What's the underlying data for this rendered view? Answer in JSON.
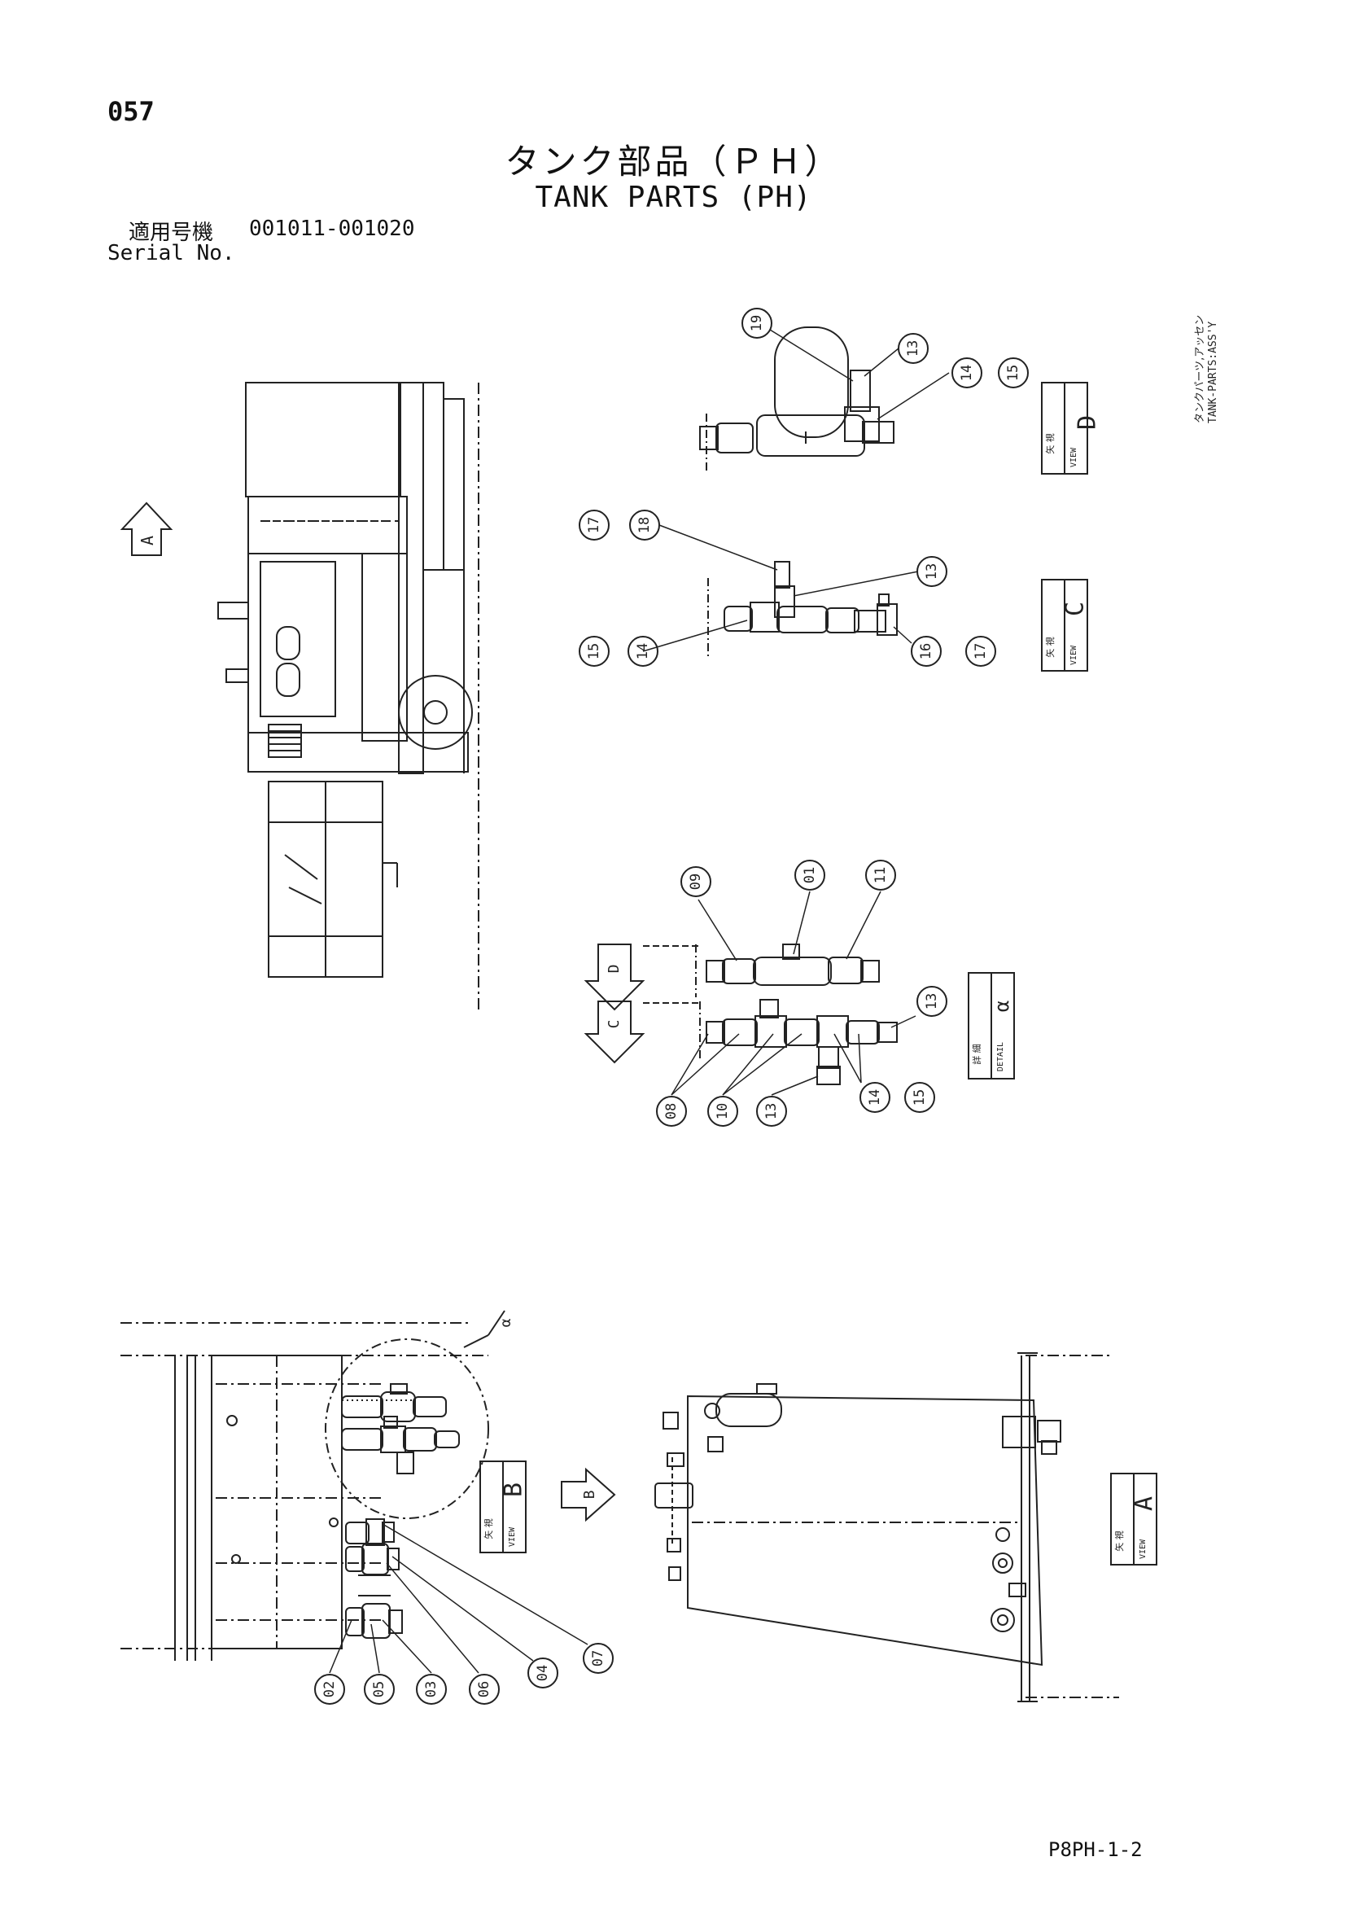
{
  "header": {
    "page_number": "057",
    "title_jp": "タンク部品（ＰＨ）",
    "title_en": "TANK PARTS (PH)",
    "serial_label_jp": "適用号機",
    "serial_range": "001011-001020",
    "serial_label_en": "Serial No."
  },
  "side_note": {
    "line1": "タンクパーツ,アッセン",
    "line2": "TANK-PARTS:ASS'Y"
  },
  "footer": {
    "sheet_code": "P8PH-1-2"
  },
  "views": {
    "view_kanji": "矢 視",
    "view_en": "VIEW",
    "detail_kanji": "詳 細",
    "detail_en": "DETAIL",
    "view_d": "D",
    "view_c": "C",
    "view_b": "B",
    "view_a": "A",
    "detail_a": "α",
    "callout_a": "α"
  },
  "arrows": {
    "a": "A",
    "b": "B",
    "c": "C",
    "d": "D"
  },
  "parts": {
    "view_d": [
      "19",
      "13",
      "14",
      "15"
    ],
    "view_c": [
      "17",
      "18",
      "13",
      "15",
      "14",
      "16",
      "17"
    ],
    "detail_top": [
      "09",
      "01",
      "11",
      "13"
    ],
    "detail_bottom": [
      "08",
      "10",
      "13",
      "14",
      "15"
    ],
    "view_b": [
      "02",
      "05",
      "03",
      "06",
      "04",
      "07"
    ]
  }
}
